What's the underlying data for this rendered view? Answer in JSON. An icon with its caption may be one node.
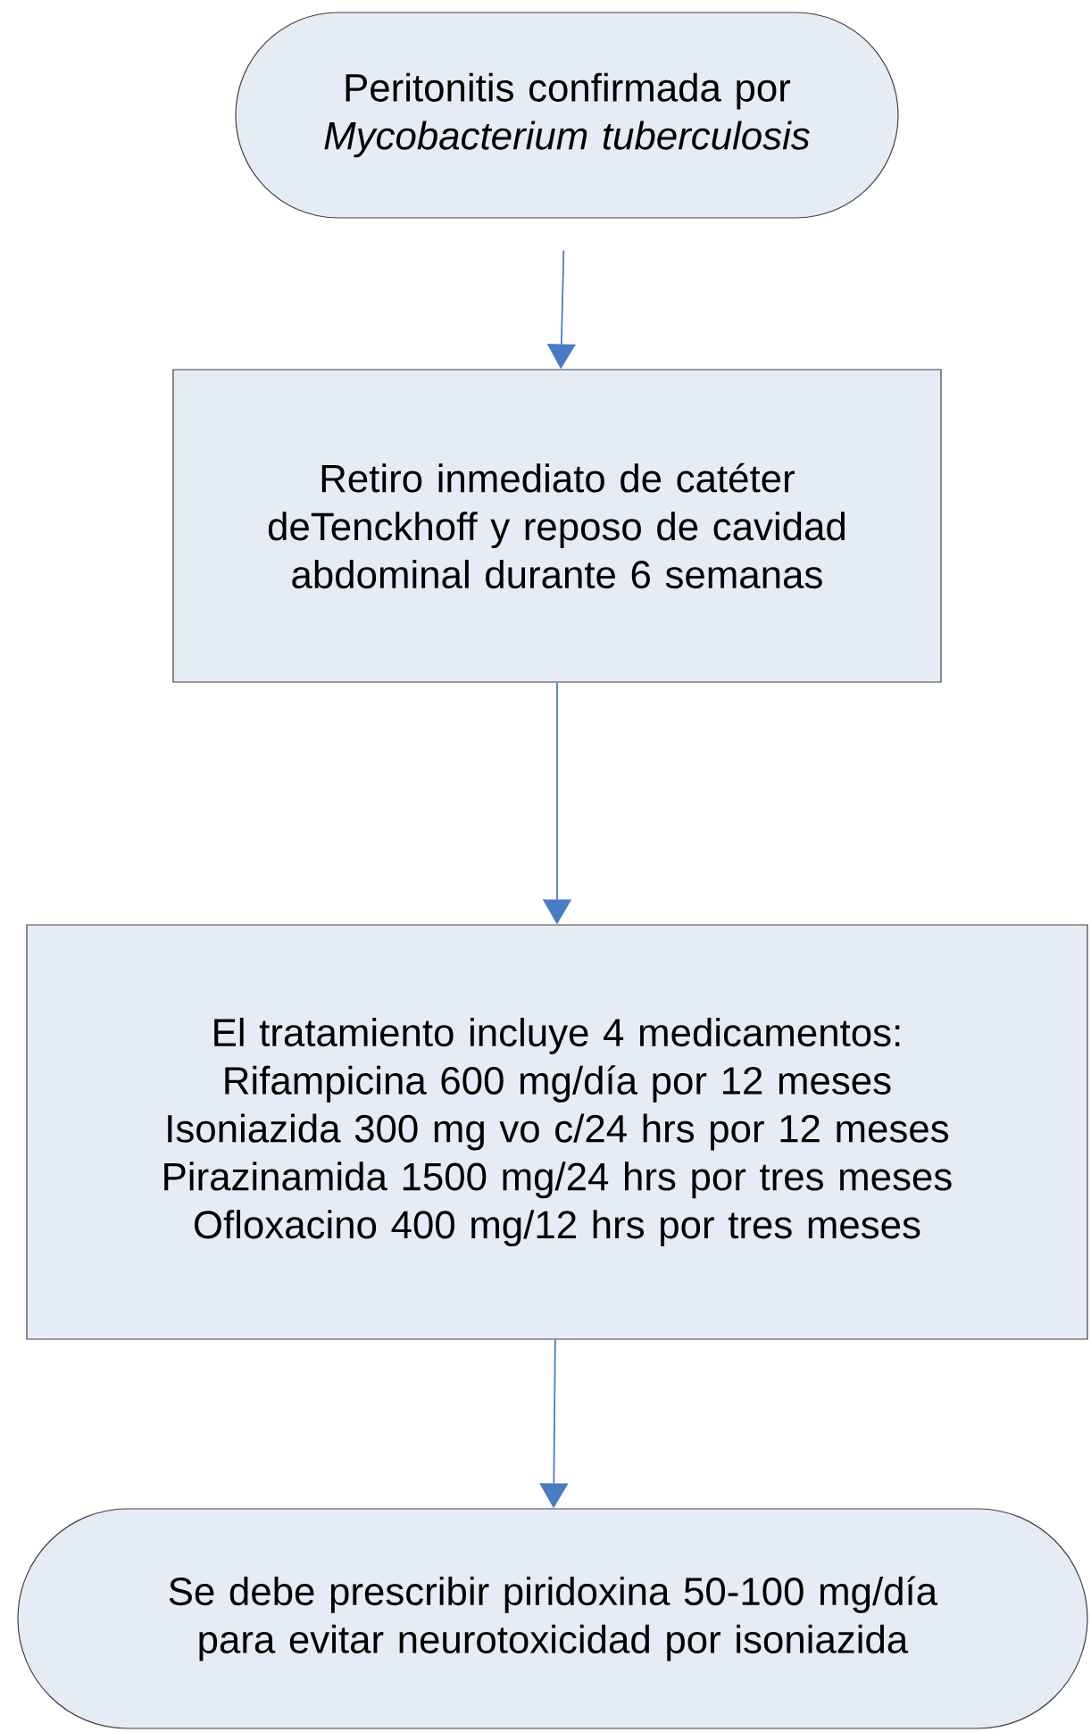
{
  "diagram": {
    "nodes": [
      {
        "text": [
          "Peritonitis confirmada por *Mycobacterium tuberculosis*"
        ]
      },
      {
        "text": [
          "Retiro inmediato de catéter deTenckhoff y reposo de cavidad abdominal durante 6 semanas"
        ]
      },
      {
        "text": [
          "El tratamiento incluye 4 medicamentos:",
          "Rifampicina 600 mg/día por 12 meses",
          "Isoniazida 300 mg vo c/24 hrs por 12 meses",
          "Pirazinamida 1500 mg/24 hrs por tres meses",
          "Ofloxacino 400 mg/12 hrs por tres meses"
        ]
      },
      {
        "text": [
          "Se debe prescribir piridoxina 50-100 mg/día para evitar neurotoxicidad por isoniazida"
        ]
      }
    ],
    "edges": [
      {
        "from": 0,
        "to": 1,
        "arrow": "to"
      },
      {
        "from": 1,
        "to": 2,
        "arrow": "to"
      },
      {
        "from": 2,
        "to": 3,
        "arrow": "to"
      }
    ]
  }
}
